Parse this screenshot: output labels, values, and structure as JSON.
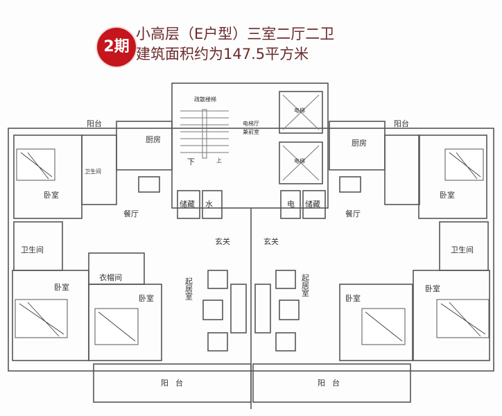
{
  "header": {
    "badge": "2期",
    "title": "小高层（E户型）三室二厅二卫",
    "subtitle": "建筑面积约为147.5平方米"
  },
  "colors": {
    "badge": "#c4161c",
    "title": "#6b2a2a"
  },
  "core": {
    "stair": "疏散楼梯",
    "down": "下",
    "up": "上",
    "lobby_1": "电梯厅",
    "lobby_2": "兼前室",
    "elevator_1": "电梯",
    "elevator_2": "电梯",
    "storage_left": "储藏",
    "water": "水",
    "electric": "电",
    "storage_right": "储藏"
  },
  "left_unit": {
    "balcony_top": "阳台",
    "kitchen": "厨房",
    "bath_top": "卫生间",
    "bedroom_top": "卧室",
    "dining": "餐厅",
    "bath_mid": "卫生间",
    "closet": "衣帽间",
    "bedroom_bl": "卧室",
    "bedroom_bm": "卧室",
    "living": "起居室",
    "foyer": "玄关",
    "balcony_bottom": "阳台"
  },
  "right_unit": {
    "balcony_top": "阳台",
    "kitchen": "厨房",
    "bedroom_top": "卧室",
    "dining": "餐厅",
    "foyer": "玄关",
    "living": "起居室",
    "bath_mid": "卫生间",
    "bedroom_br": "卧室",
    "bedroom_bm": "卧室",
    "balcony_bottom": "阳台"
  }
}
